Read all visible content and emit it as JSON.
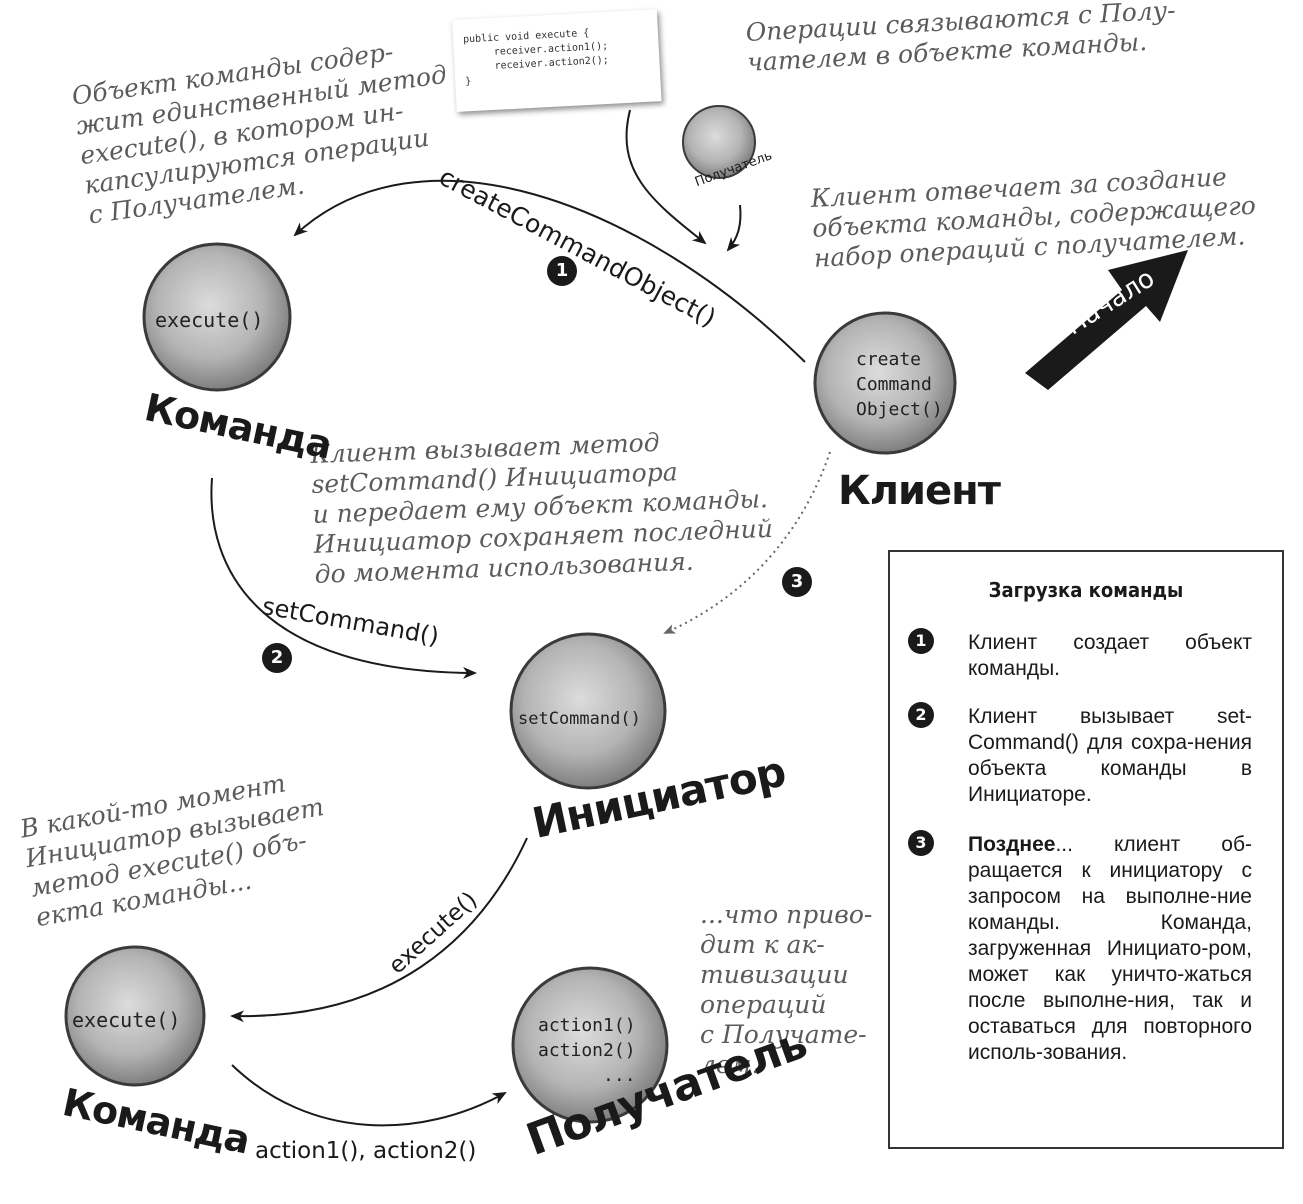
{
  "code_card": {
    "lines": "public void execute {\n     receiver.action1();\n     receiver.action2();\n}"
  },
  "notes": {
    "operations_bound": "Операции связываются с Полу-\nчателем в объекте команды.",
    "command_object": "Объект команды содер-\nжит единственный метод\nexecute(), в котором ин-\nкапсулируются операции\nс Получателем.",
    "client_creates": "Клиент отвечает за создание\nобъекта команды, содержащего\nнабор операций с получателем.",
    "client_calls": "Клиент вызывает метод\nsetCommand() Инициатора\nи передает ему объект команды.\nИнициатор сохраняет последний\nдо момента использования.",
    "invoker_calls": "В какой-то момент\nИнициатор вызывает\nметод execute() объ-\nекта команды...",
    "leads_to": "...что приво-\nдит к ак-\nтивизации\nопераций\nс Получате-\nлем."
  },
  "arrows": {
    "create_command": "createCommandObject()",
    "set_command": "setCommand()",
    "execute": "execute()",
    "actions": "action1(), action2()"
  },
  "badges": {
    "one": "1",
    "two": "2",
    "three": "3"
  },
  "start_label": "Начало",
  "nodes": {
    "command_top": {
      "method": "execute()",
      "name": "Команда"
    },
    "client": {
      "method": "create\nCommand\nObject()",
      "name": "Клиент"
    },
    "invoker": {
      "method": "setCommand()",
      "name": "Инициатор"
    },
    "receiver_small": {
      "name": "Получатель"
    },
    "command_bottom": {
      "method": "execute()",
      "name": "Команда"
    },
    "receiver_bottom": {
      "method": "action1()\naction2()\n      ...",
      "name": "Получатель"
    }
  },
  "legend": {
    "title": "Загрузка команды",
    "items": [
      {
        "num": "1",
        "text": "Клиент создает объект команды."
      },
      {
        "num": "2",
        "text": "Клиент вызывает set-Command() для сохра-нения объекта команды в Инициаторе."
      },
      {
        "num": "3",
        "bold": "Позднее",
        "text": "... клиент об-ращается к инициатору с запросом на выполне-ние команды. Команда, загруженная Инициато-ром, может как уничто-жаться после выполне-ния, так и оставаться для повторного исполь-зования."
      }
    ]
  }
}
